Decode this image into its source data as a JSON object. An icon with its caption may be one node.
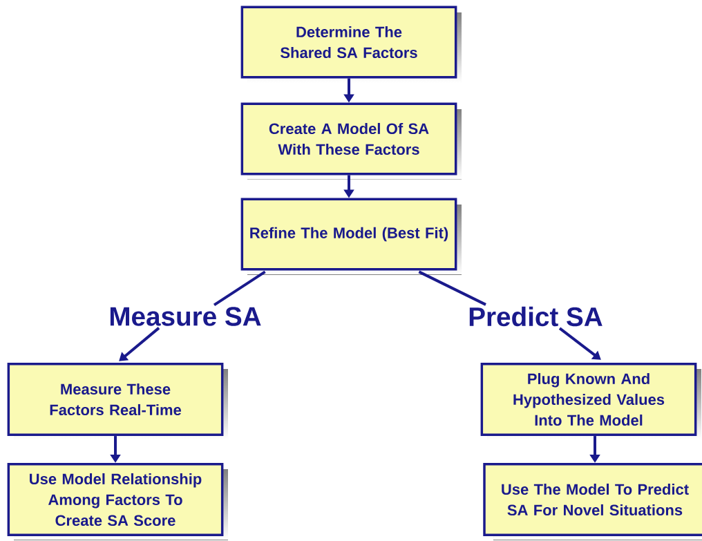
{
  "diagram": {
    "nodes": [
      {
        "text": [
          "Determine The Shared SA Factors"
        ]
      },
      {
        "text": [
          "Create A Model Of SA With These Factors"
        ]
      },
      {
        "text": [
          "Refine The Model (Best Fit)"
        ]
      },
      {
        "text": [
          "Measure SA"
        ]
      },
      {
        "text": [
          "Predict SA"
        ]
      },
      {
        "text": [
          "Measure These Factors Real-Time"
        ]
      },
      {
        "text": [
          "Use Model Relationship Among Factors To Create SA Score"
        ]
      },
      {
        "text": [
          "Plug Known And Hypothesized Values Into The Model"
        ]
      },
      {
        "text": [
          "Use The Model To Predict SA For Novel Situations"
        ]
      }
    ],
    "edges": [
      {
        "from": 0,
        "to": 1,
        "arrow": "to"
      },
      {
        "from": 1,
        "to": 2,
        "arrow": "to"
      },
      {
        "from": 2,
        "to": 3,
        "arrow": "none"
      },
      {
        "from": 3,
        "to": 5,
        "arrow": "to"
      },
      {
        "from": 2,
        "to": 4,
        "arrow": "none"
      },
      {
        "from": 4,
        "to": 7,
        "arrow": "to"
      },
      {
        "from": 5,
        "to": 6,
        "arrow": "to"
      },
      {
        "from": 7,
        "to": 8,
        "arrow": "to"
      }
    ]
  }
}
